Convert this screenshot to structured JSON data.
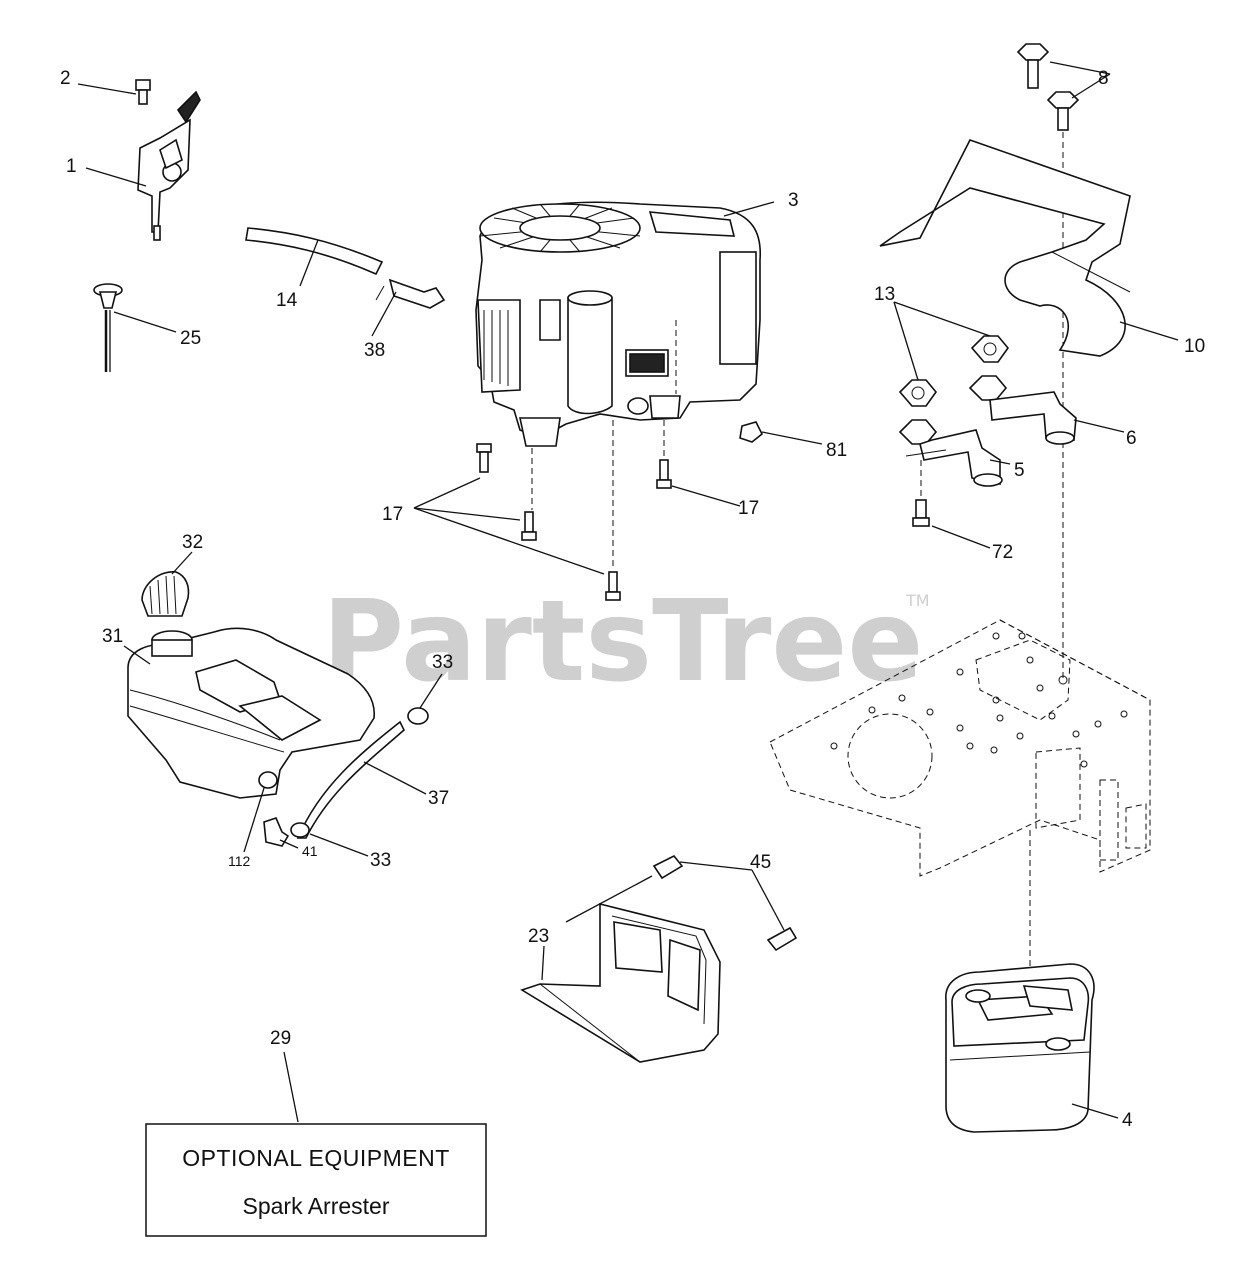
{
  "watermark": {
    "text": "PartsTree",
    "trademark": "TM"
  },
  "callouts": {
    "c1": "1",
    "c2": "2",
    "c3": "3",
    "c4": "4",
    "c5": "5",
    "c6": "6",
    "c8": "8",
    "c10": "10",
    "c13": "13",
    "c14": "14",
    "c17a": "17",
    "c17b": "17",
    "c23": "23",
    "c25": "25",
    "c29": "29",
    "c31": "31",
    "c32": "32",
    "c33a": "33",
    "c33b": "33",
    "c37": "37",
    "c38": "38",
    "c41": "41",
    "c45": "45",
    "c72": "72",
    "c81": "81",
    "c112": "112"
  },
  "optional_box": {
    "title": "OPTIONAL EQUIPMENT",
    "item": "Spark Arrester"
  }
}
